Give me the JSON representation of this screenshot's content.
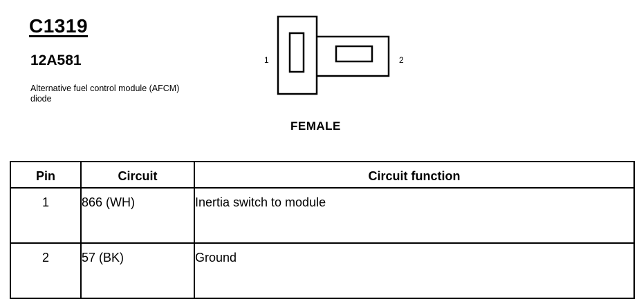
{
  "header": {
    "connector_id": "C1319",
    "part_number": "12A581",
    "description": "Alternative fuel control module (AFCM) diode"
  },
  "connector": {
    "pin_labels": [
      "1",
      "2"
    ],
    "gender": "FEMALE"
  },
  "pinout_table": {
    "columns": [
      "Pin",
      "Circuit",
      "Circuit function"
    ],
    "rows": [
      {
        "pin": "1",
        "circuit": "866  (WH)",
        "function": "Inertia switch to module"
      },
      {
        "pin": "2",
        "circuit": "57 (BK)",
        "function": "Ground"
      }
    ]
  }
}
